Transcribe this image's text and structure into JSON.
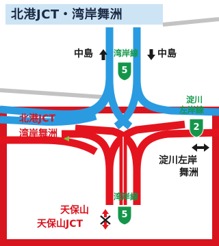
{
  "title": "北港JCT・湾岸舞洲",
  "top_sign": {
    "left_dest": "中島",
    "route_name": "湾岸線",
    "right_dest": "中島",
    "route_number": "5"
  },
  "right_sign": {
    "line1": "淀川",
    "line2": "左岸線",
    "route_number": "2"
  },
  "right_dest": {
    "line1": "淀川左岸",
    "line2": "舞洲"
  },
  "left_labels": {
    "line1": "北港JCT",
    "line2": "湾岸舞洲"
  },
  "bottom_sign": {
    "route_name": "湾岸線",
    "route_number": "5"
  },
  "bottom_left": {
    "line1": "天保山",
    "line2": "天保山JCT"
  },
  "colors": {
    "blue_road": "#2a9be0",
    "red_road": "#e4141e",
    "red_frame": "#d8141f",
    "green_shield": "#14964a",
    "gray": "#b8b8b8"
  }
}
